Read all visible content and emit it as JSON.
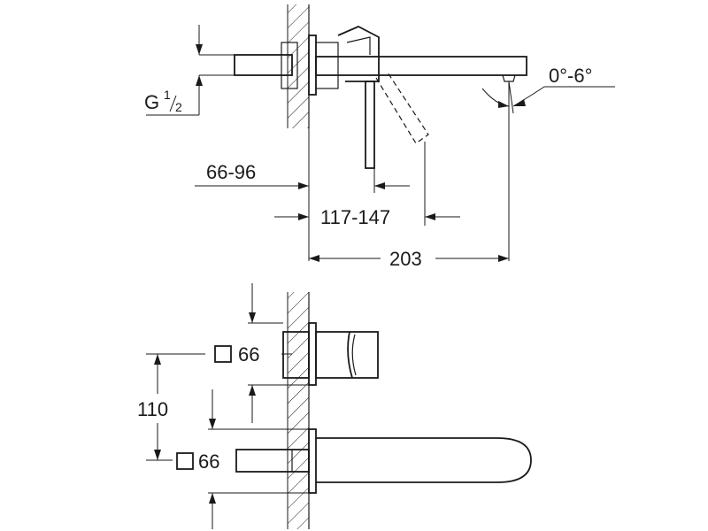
{
  "side_view": {
    "thread_label": "G",
    "thread_sup": "1",
    "thread_sub": "2",
    "angle_label": "0°-6°",
    "dim_wall_depth": "66-96",
    "dim_lever_reach": "117-147",
    "dim_spout_reach": "203"
  },
  "front_view": {
    "upper_rosette_label": "66",
    "lower_rosette_label": "66",
    "dim_spacing": "110"
  }
}
